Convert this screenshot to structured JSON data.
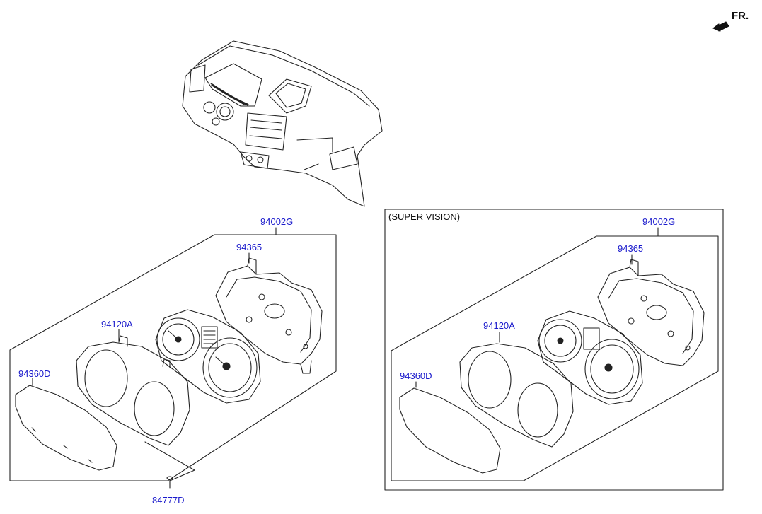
{
  "orientation": {
    "label": "FR.",
    "icon": "front-direction-arrow-icon"
  },
  "colors": {
    "part_number": "#1a1acc",
    "line": "#222222"
  },
  "left_group": {
    "assembly": "94002G",
    "parts": {
      "case": "94365",
      "gauge": "94120A",
      "lens": "94360D",
      "screw": "84777D"
    }
  },
  "right_group": {
    "title": "(SUPER VISION)",
    "assembly": "94002G",
    "parts": {
      "case": "94365",
      "gauge": "94120A",
      "lens": "94360D"
    }
  }
}
